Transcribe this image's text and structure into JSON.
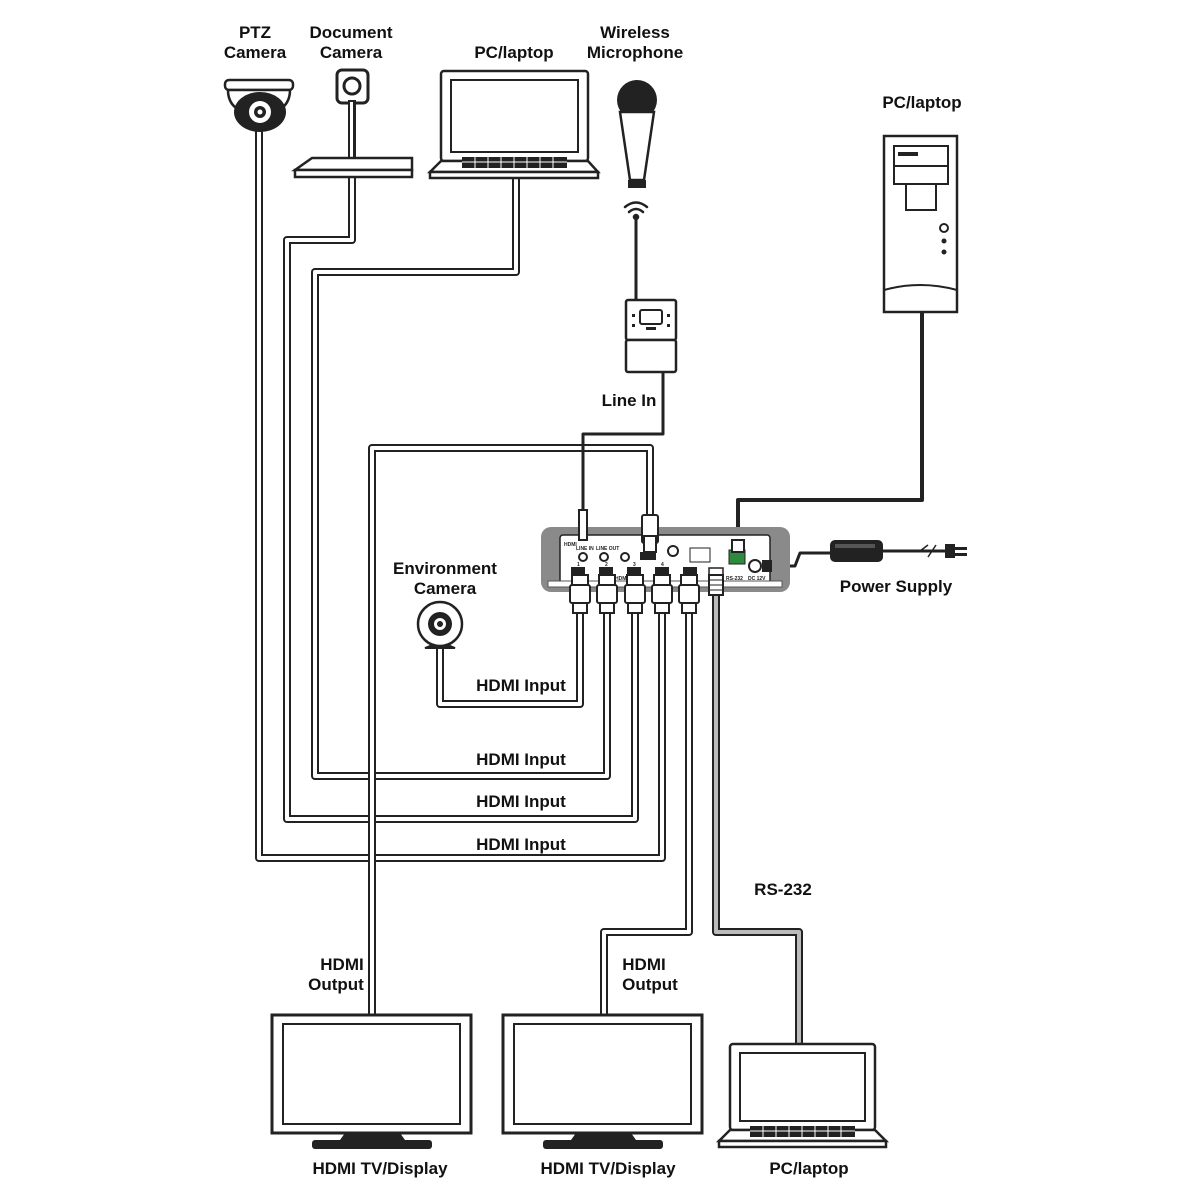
{
  "devices": {
    "ptz_camera": [
      "PTZ",
      "Camera"
    ],
    "document_camera": [
      "Document",
      "Camera"
    ],
    "pc_laptop_top": "PC/laptop",
    "wireless_microphone": [
      "Wireless",
      "Microphone"
    ],
    "pc_tower": "PC/laptop",
    "environment_camera": [
      "Environment",
      "Camera"
    ],
    "power_supply": "Power Supply",
    "tv_left": "HDMI TV/Display",
    "tv_middle": "HDMI TV/Display",
    "pc_laptop_bottom": "PC/laptop"
  },
  "connections": {
    "line_in": "Line In",
    "hdmi_input_1": "HDMI Input",
    "hdmi_input_2": "HDMI Input",
    "hdmi_input_3": "HDMI Input",
    "hdmi_input_4": "HDMI Input",
    "rs232": "RS-232",
    "hdmi_output_left": [
      "HDMI",
      "Output"
    ],
    "hdmi_output_right": [
      "HDMI",
      "Output"
    ]
  },
  "switcher_panel": {
    "hdmi_logo": "HDMI",
    "line_in": "LINE IN",
    "line_out": "LINE OUT",
    "hdmi_in": "HDMI IN",
    "port_1": "1",
    "port_2": "2",
    "port_3": "3",
    "port_4": "4",
    "rs232": "RS-232",
    "dc": "DC 12V"
  },
  "colors": {
    "line": "#222222",
    "device_fill": "#ffffff",
    "panel": "#8a8a8a"
  }
}
